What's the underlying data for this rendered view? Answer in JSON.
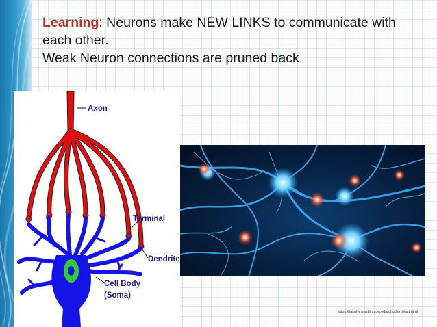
{
  "slide": {
    "title_keyword": "Learning",
    "title_rest": ": Neurons make NEW LINKS to communicate with",
    "title_line2": "each other.",
    "title_line3": "Weak Neuron connections are pruned back"
  },
  "diagram": {
    "labels": {
      "axon": "Axon",
      "terminal": "Terminal",
      "dendrite": "Dendrite",
      "cell_body": "Cell Body",
      "soma": "(Soma)"
    }
  },
  "credit": "https://faculty.washington.edu/chudler/plast.html",
  "colors": {
    "accent_red": "#c0301f",
    "axon_red": "#e01010",
    "dendrite_blue": "#1414e6",
    "nucleus_green": "#33cc33",
    "band_blue": "#2c95c9"
  }
}
